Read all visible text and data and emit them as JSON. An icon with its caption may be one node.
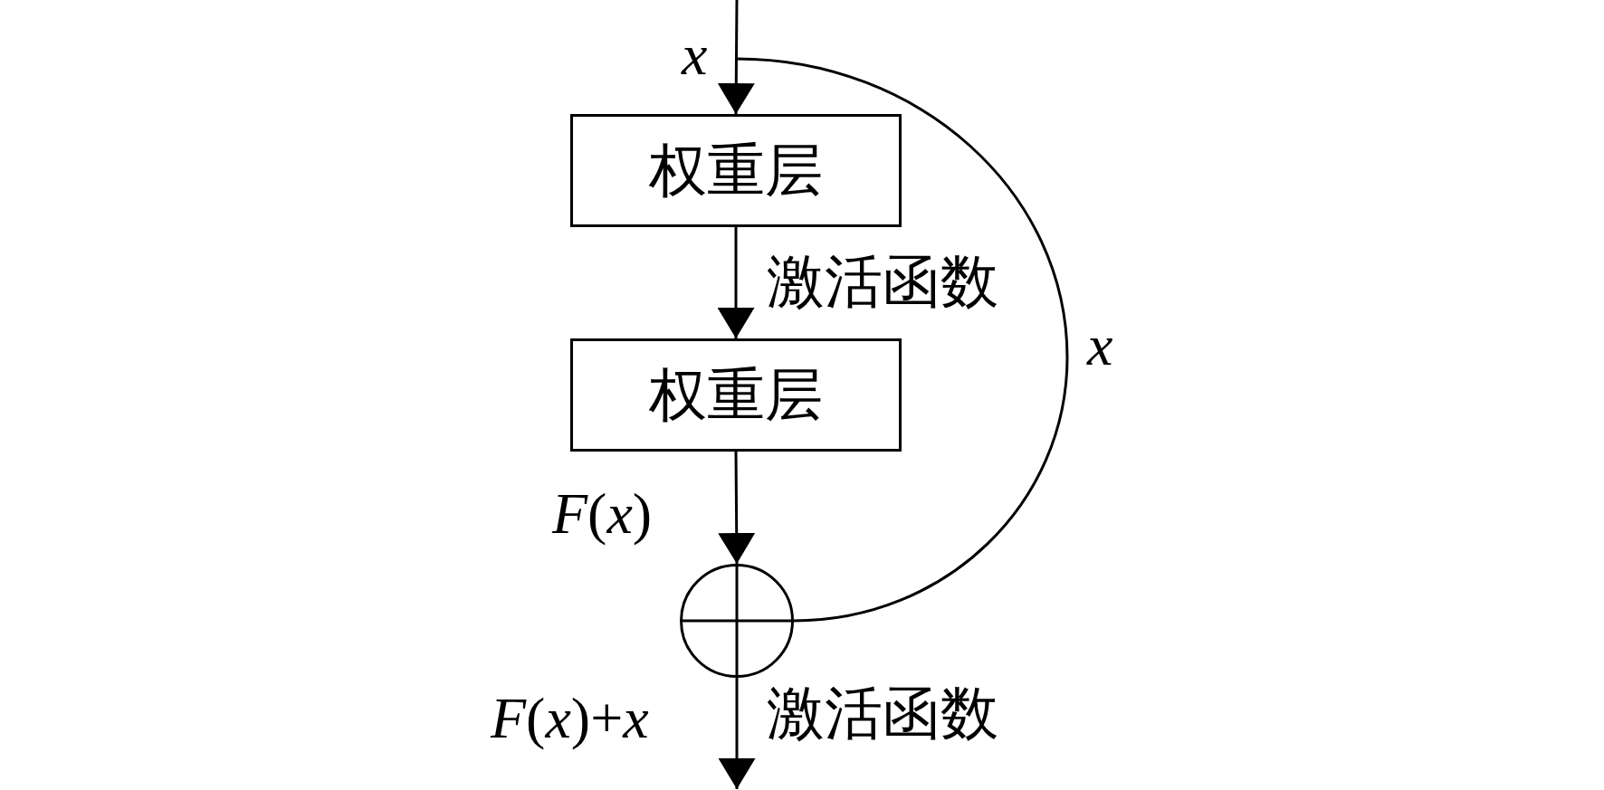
{
  "diagram": {
    "nodes": [
      {
        "text": [
          "权重层"
        ]
      },
      {
        "text": [
          "权重层"
        ]
      },
      {
        "text": [],
        "shape": "circle"
      }
    ],
    "edges": [
      {
        "from": null,
        "to": 0,
        "arrow": "to",
        "label": "x"
      },
      {
        "from": 0,
        "to": 1,
        "arrow": "to",
        "label": "激活函数"
      },
      {
        "from": 1,
        "to": 2,
        "arrow": "to",
        "label": "*F*(*x*)"
      },
      {
        "from": 2,
        "to": null,
        "arrow": "to",
        "label": "*F*(*x*)+*x*"
      },
      {
        "from": null,
        "to": 2,
        "arrow": "none",
        "label": "x"
      }
    ],
    "labels": [
      "激活函数"
    ]
  }
}
